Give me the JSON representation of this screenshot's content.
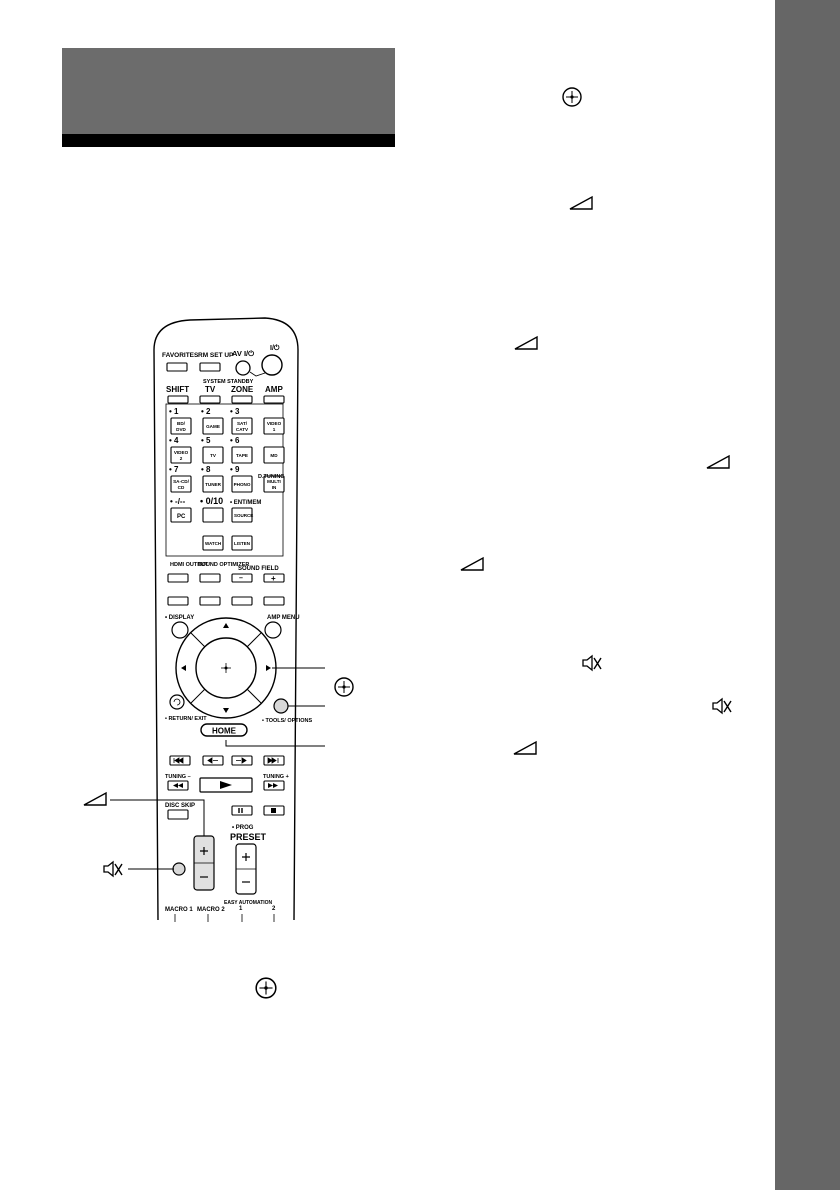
{
  "page": {
    "tab_color": "#666666",
    "header_color": "#6c6c6c"
  },
  "symbols": {
    "enter": "enter-icon",
    "volume": "volume-wedge-icon",
    "muting": "muting-icon"
  },
  "remote": {
    "row1": {
      "favorites": "FAVORITES",
      "rm_setup": "RM SET UP",
      "av_power": "AV I/⏻",
      "power": "I/⏻",
      "system_standby": "SYSTEM STANDBY"
    },
    "row2": {
      "shift": "SHIFT",
      "tv": "TV",
      "zone": "ZONE",
      "amp": "AMP"
    },
    "nums": [
      "• 1",
      "• 2",
      "• 3",
      "• 4",
      "• 5",
      "• 6",
      "• 7",
      "• 8",
      "• 9"
    ],
    "inputs": [
      "BD/ DVD",
      "GAME",
      "SAT/ CATV",
      "VIDEO 1",
      "VIDEO 2",
      "TV",
      "TAPE",
      "MD",
      "SA-CD/ CD",
      "TUNER",
      "PHONO",
      "MULTI IN"
    ],
    "d_tuning": "D.TUNING",
    "row_pc": {
      "dash": "• -/--",
      "zero": "• 0/10",
      "ent_mem": "• ENT/MEM",
      "pc": "PC",
      "source": "SOURCE"
    },
    "row_watch": {
      "watch": "WATCH",
      "listen": "LISTEN"
    },
    "row_sound": {
      "hdmi_output": "HDMI OUTPUT",
      "sound_optimizer": "SOUND OPTIMIZER",
      "sound_field": "SOUND FIELD",
      "minus": "–",
      "plus": "+"
    },
    "row_display": {
      "display": "• DISPLAY",
      "amp_menu": "AMP MENU"
    },
    "row_return": {
      "return_exit": "• RETURN/ EXIT",
      "tools_options": "• TOOLS/ OPTIONS"
    },
    "home": "HOME",
    "tuning_minus": "TUNING –",
    "tuning_plus": "TUNING +",
    "disc_skip": "DISC SKIP",
    "prog": "• PROG",
    "preset": "PRESET",
    "easy_automation": "EASY AUTOMATION",
    "macro1": "MACRO 1",
    "macro2": "MACRO 2",
    "n1": "1",
    "n2": "2"
  }
}
